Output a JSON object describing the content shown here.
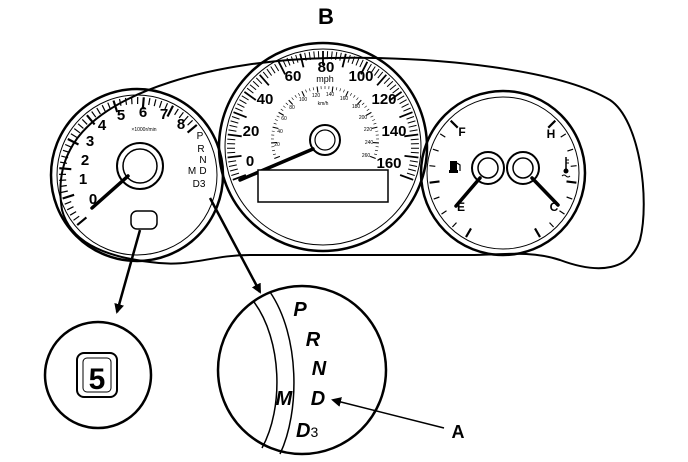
{
  "callouts": {
    "top": "B",
    "right": "A"
  },
  "tachometer": {
    "numbers": [
      "0",
      "1",
      "2",
      "3",
      "4",
      "5",
      "6",
      "7",
      "8"
    ],
    "unit": "×1000r/min",
    "gear_letters": [
      "P",
      "R",
      "N",
      "D",
      "D3"
    ],
    "manual_letter": "M"
  },
  "speedometer": {
    "mph_numbers": [
      "0",
      "20",
      "40",
      "60",
      "80",
      "100",
      "120",
      "140",
      "160"
    ],
    "unit": "mph",
    "kmh_numbers": [
      "20",
      "40",
      "60",
      "80",
      "100",
      "120",
      "140",
      "160",
      "180",
      "200",
      "220",
      "240",
      "260"
    ],
    "kmh_unit": "km/h"
  },
  "gauges": {
    "fuel_full": "F",
    "fuel_empty": "E",
    "temp_hot": "H",
    "temp_cold": "C"
  },
  "gear_display_inset": {
    "digit": "5"
  },
  "shift_position_inset": {
    "letters": [
      "P",
      "R",
      "N",
      "D"
    ],
    "manual_letter": "M",
    "d3_main": "D",
    "d3_sub": "3"
  }
}
